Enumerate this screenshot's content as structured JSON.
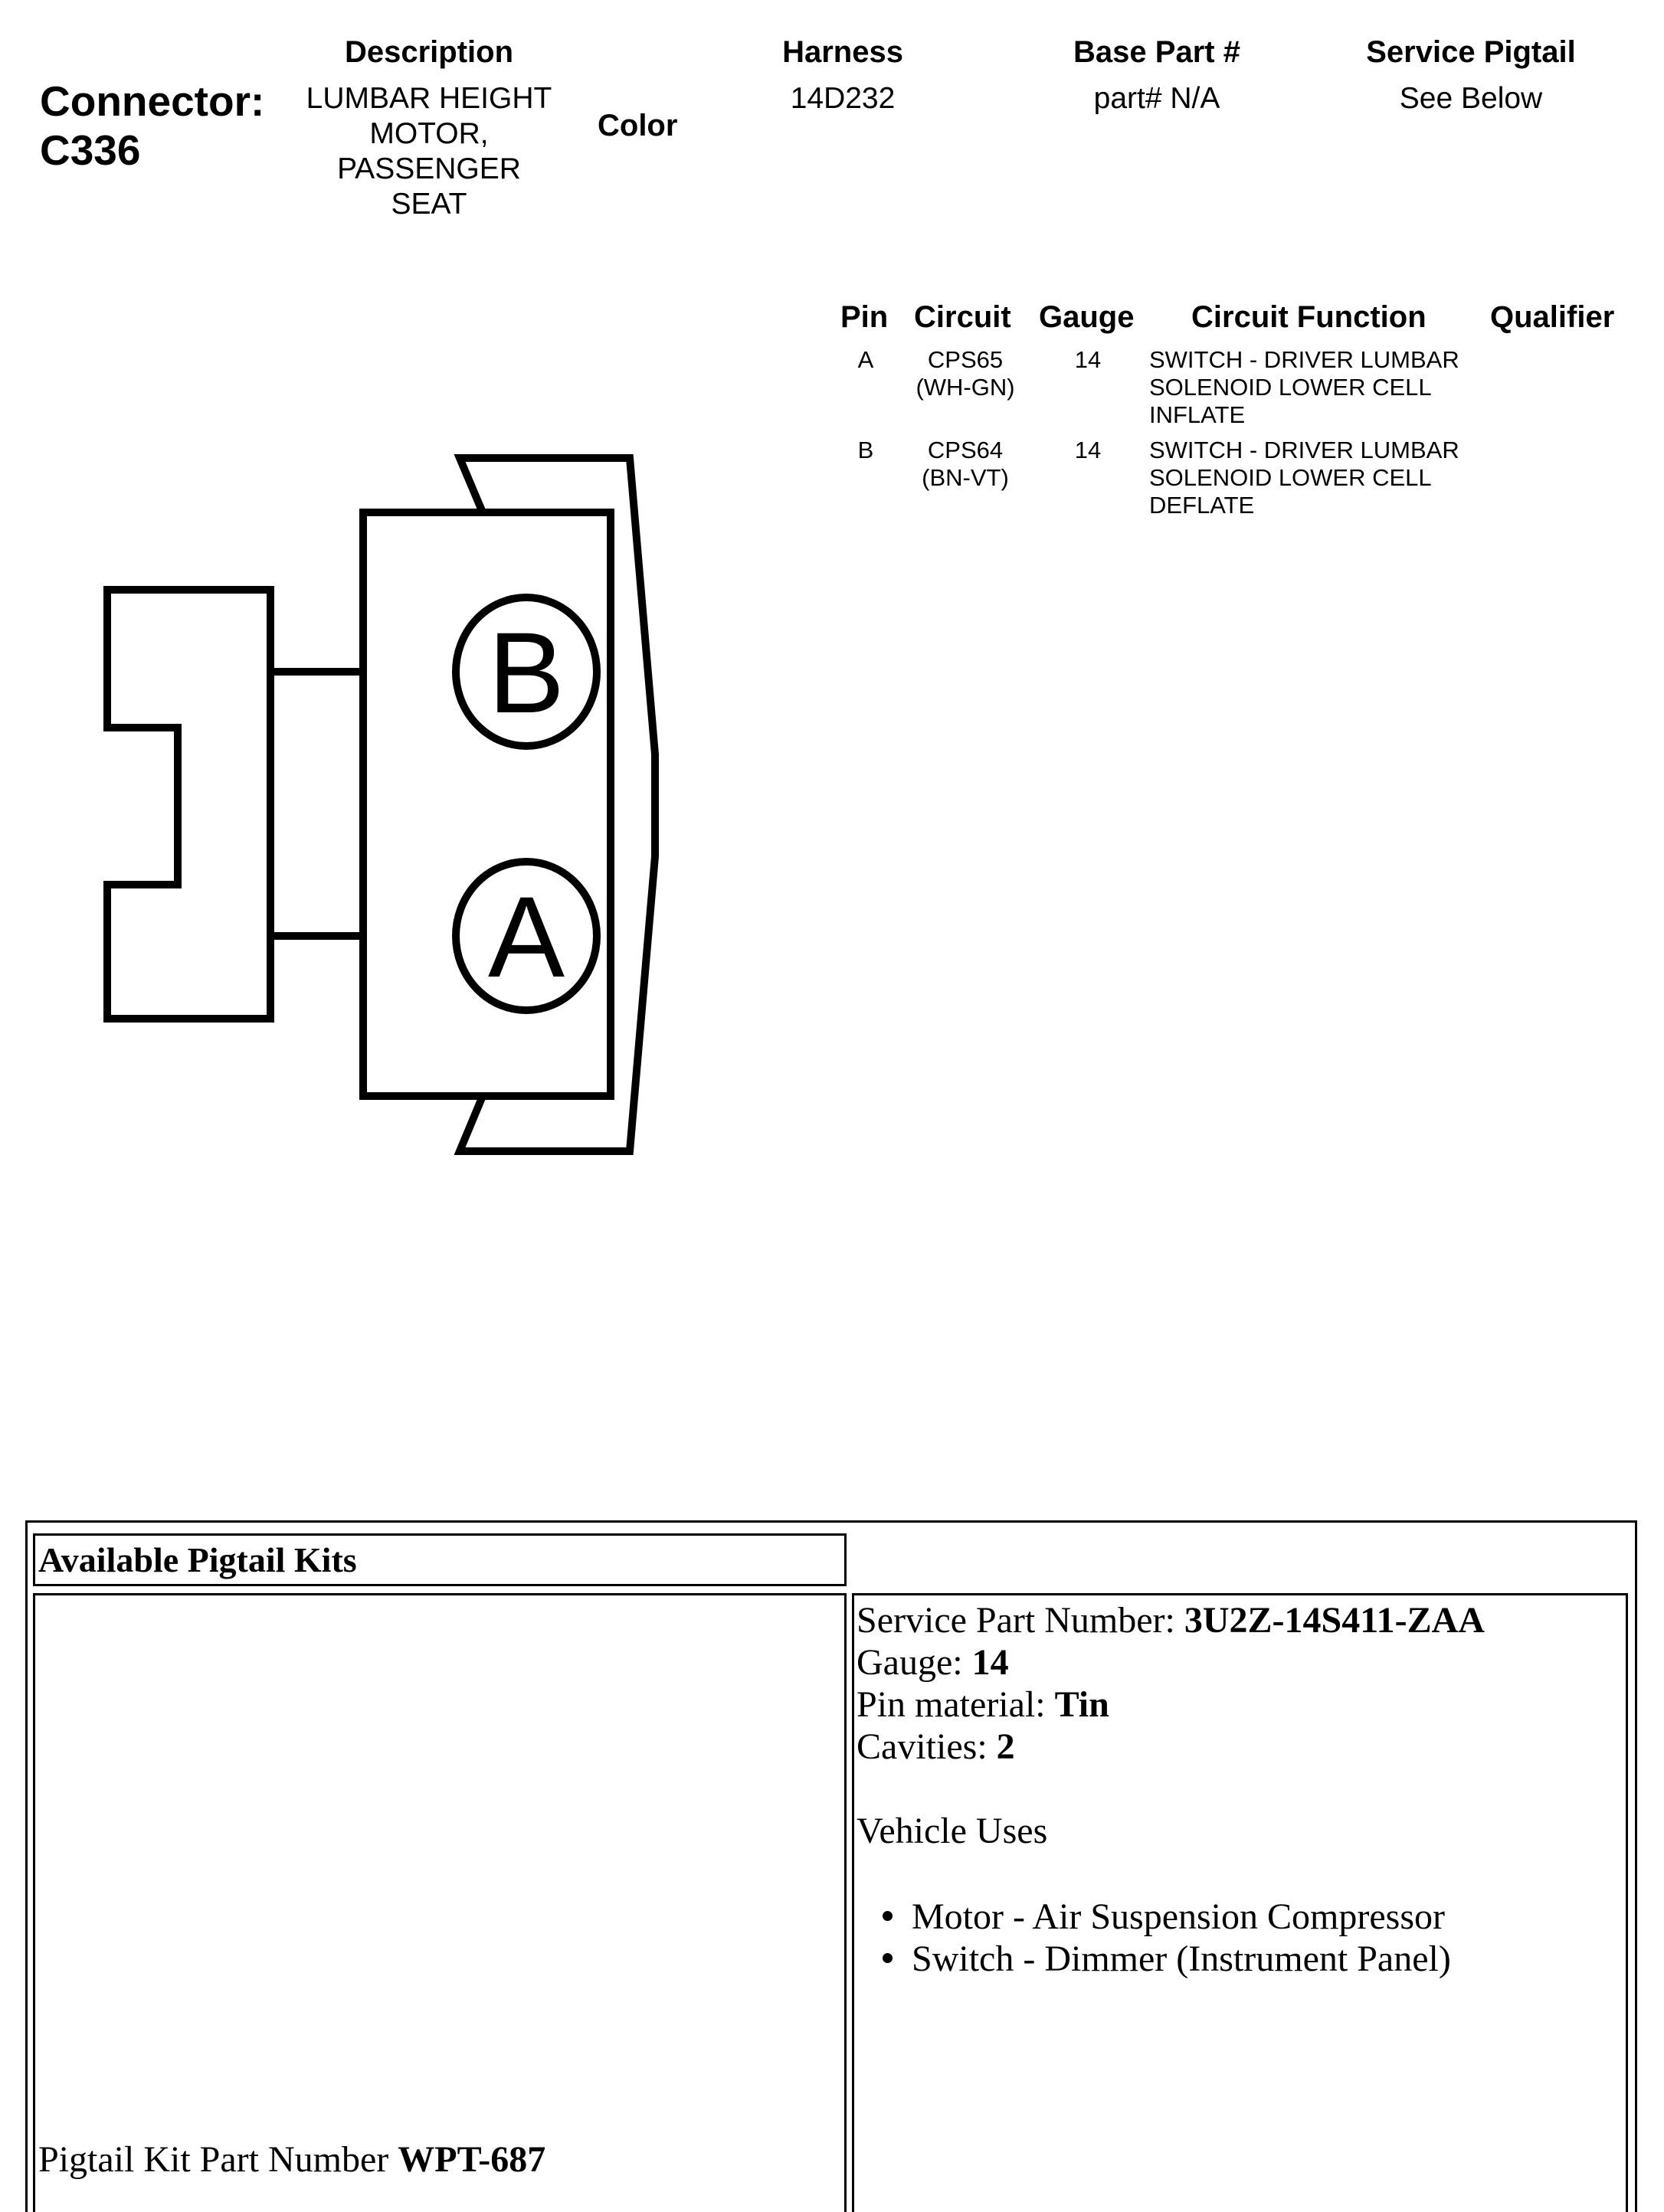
{
  "header": {
    "connector_label": "Connector:",
    "connector_id": "C336",
    "columns": {
      "description": {
        "heading": "Description",
        "value": [
          "LUMBAR HEIGHT",
          "MOTOR,",
          "PASSENGER",
          "SEAT"
        ]
      },
      "color": {
        "heading": "Color"
      },
      "harness": {
        "heading": "Harness",
        "value": "14D232"
      },
      "base_part": {
        "heading": "Base Part #",
        "value": "part# N/A"
      },
      "service_pigtail": {
        "heading": "Service Pigtail",
        "value": "See Below"
      }
    }
  },
  "pin_table": {
    "headers": {
      "pin": "Pin",
      "circuit": "Circuit",
      "gauge": "Gauge",
      "function": "Circuit Function",
      "qualifier": "Qualifier"
    },
    "rows": [
      {
        "pin": "A",
        "circuit": "CPS65",
        "circuit_color": "(WH-GN)",
        "gauge": "14",
        "function": [
          "SWITCH - DRIVER LUMBAR",
          "SOLENOID LOWER CELL",
          "INFLATE"
        ],
        "qualifier": ""
      },
      {
        "pin": "B",
        "circuit": "CPS64",
        "circuit_color": "(BN-VT)",
        "gauge": "14",
        "function": [
          "SWITCH - DRIVER LUMBAR",
          "SOLENOID LOWER CELL",
          "DEFLATE"
        ],
        "qualifier": ""
      }
    ]
  },
  "connector_diagram": {
    "pin_b_label": "B",
    "pin_a_label": "A",
    "stroke_color": "#000000"
  },
  "pigtail_kits": {
    "title": "Available Pigtail Kits",
    "specs": {
      "service_part_label": "Service Part Number: ",
      "service_part_value": "3U2Z-14S411-ZAA",
      "gauge_label": "Gauge: ",
      "gauge_value": "14",
      "pin_material_label": "Pin material: ",
      "pin_material_value": "Tin",
      "cavities_label": "Cavities: ",
      "cavities_value": "2"
    },
    "vehicle_uses_label": "Vehicle Uses",
    "vehicle_uses": [
      "Motor - Air Suspension Compressor",
      "Switch - Dimmer (Instrument Panel)"
    ],
    "kit_part_label": "Pigtail Kit Part Number ",
    "kit_part_value": "WPT-687"
  }
}
